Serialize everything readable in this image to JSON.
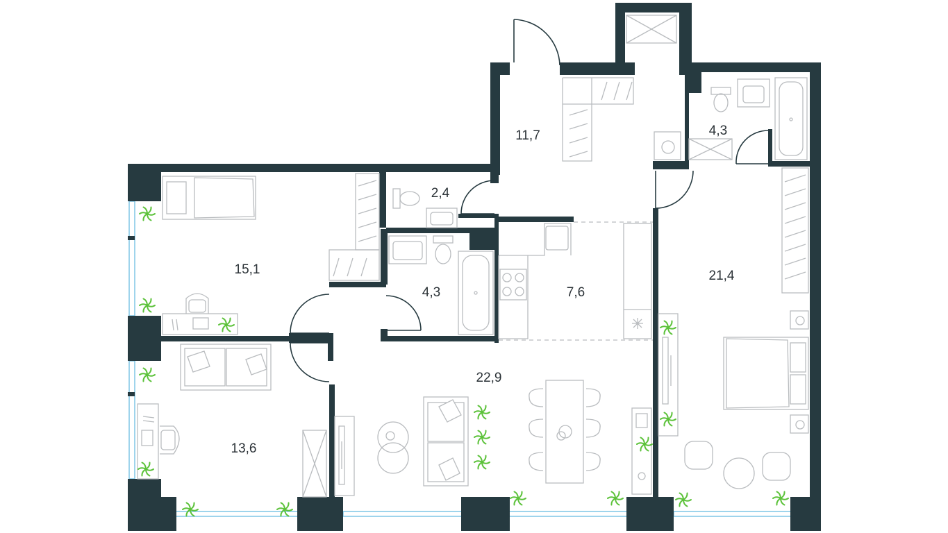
{
  "colors": {
    "wall": "#263a40",
    "furniture": "#b9bcbf",
    "window": "#7fc6e6",
    "plant": "#5cc23a"
  },
  "rooms": [
    {
      "id": "hall-entry",
      "area": "11,7"
    },
    {
      "id": "bathroom-top-right",
      "area": "4,3"
    },
    {
      "id": "wc",
      "area": "2,4"
    },
    {
      "id": "bedroom-top-left",
      "area": "15,1"
    },
    {
      "id": "bathroom-center",
      "area": "4,3"
    },
    {
      "id": "kitchen",
      "area": "7,6"
    },
    {
      "id": "master-bedroom",
      "area": "21,4"
    },
    {
      "id": "living-room",
      "area": "22,9"
    },
    {
      "id": "bedroom-bottom-left",
      "area": "13,6"
    }
  ],
  "icons": [
    "plant-icon",
    "bed-icon",
    "sofa-icon",
    "bathtub-icon",
    "toilet-icon",
    "sink-icon",
    "stove-icon",
    "washing-machine-icon",
    "chair-icon",
    "door-swing-icon",
    "ventilation-shaft-icon"
  ]
}
